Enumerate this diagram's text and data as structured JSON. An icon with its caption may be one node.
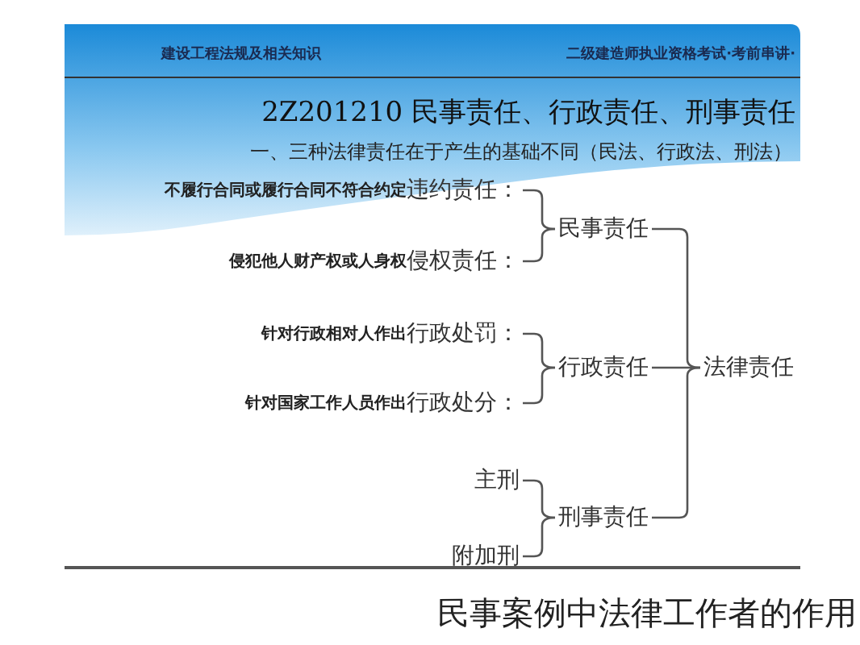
{
  "diagram": {
    "title": "2Z201210 民事责任、行政责任、刑事责任",
    "caption": "民事案例中法律工作者的作用",
    "nodes": [
      {
        "text": [
          "不履行合同或履行合同不符合约定",
          "违约责任："
        ]
      },
      {
        "text": [
          "侵犯他人财产权或人身权",
          "侵权责任："
        ]
      },
      {
        "text": [
          "民事责任"
        ]
      },
      {
        "text": [
          "针对行政相对人作出",
          "行政处罚："
        ]
      },
      {
        "text": [
          "针对国家工作人员作出",
          "行政处分："
        ]
      },
      {
        "text": [
          "行政责任"
        ]
      },
      {
        "text": [
          "主刑"
        ]
      },
      {
        "text": [
          "附加刑"
        ]
      },
      {
        "text": [
          "刑事责任"
        ]
      },
      {
        "text": [
          "法律责任"
        ]
      }
    ],
    "edges": [
      {
        "from": 0,
        "to": 2,
        "arrow": "none"
      },
      {
        "from": 1,
        "to": 2,
        "arrow": "none"
      },
      {
        "from": 3,
        "to": 5,
        "arrow": "none"
      },
      {
        "from": 4,
        "to": 5,
        "arrow": "none"
      },
      {
        "from": 6,
        "to": 8,
        "arrow": "none"
      },
      {
        "from": 7,
        "to": 8,
        "arrow": "none"
      },
      {
        "from": 2,
        "to": 9,
        "arrow": "none"
      },
      {
        "from": 5,
        "to": 9,
        "arrow": "none"
      },
      {
        "from": 8,
        "to": 9,
        "arrow": "none"
      }
    ],
    "labels": [
      "二级建造师执业资格考试·考前串讲·",
      "建设工程法规及相关知识",
      "一、三种法律责任在于产生的基础不同（民法、行政法、刑法）"
    ]
  }
}
